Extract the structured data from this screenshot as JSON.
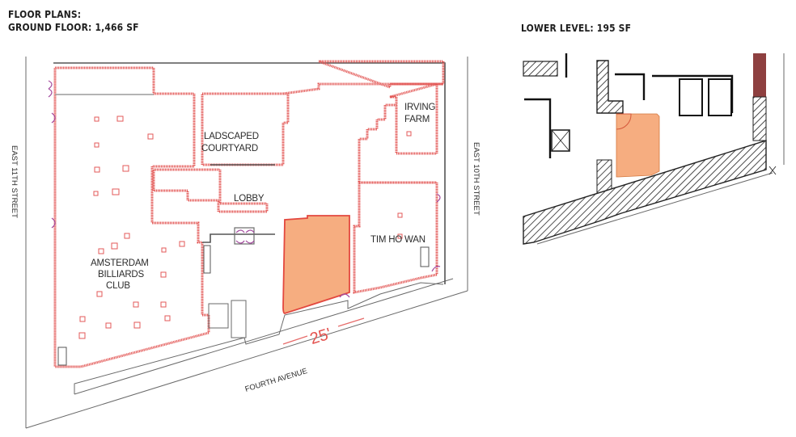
{
  "headings": {
    "ground_line1": "FLOOR PLANS:",
    "ground_line2": "GROUND FLOOR: 1,466 SF",
    "lower": "LOWER LEVEL: 195 SF"
  },
  "ground_floor": {
    "streets": {
      "west": "EAST 11TH STREET",
      "east": "EAST 10TH STREET",
      "south": "FOURTH AVENUE"
    },
    "spaces": [
      {
        "name": "LADSCAPED",
        "line2": "COURTYARD"
      },
      {
        "name": "IRVING",
        "line2": "FARM"
      },
      {
        "name": "LOBBY",
        "line2": ""
      },
      {
        "name": "TIM HO WAN",
        "line2": ""
      },
      {
        "name": "AMSTERDAM",
        "line2": "BILLIARDS",
        "line3": "CLUB"
      }
    ],
    "frontage_dimension": "25'",
    "highlight_color": "#f6ad80",
    "wall_color": "#e35a58"
  },
  "lower_level": {
    "highlight_color": "#f6ad80",
    "hatch_color": "#222222",
    "accent_wall_color": "#7a1f1f"
  }
}
